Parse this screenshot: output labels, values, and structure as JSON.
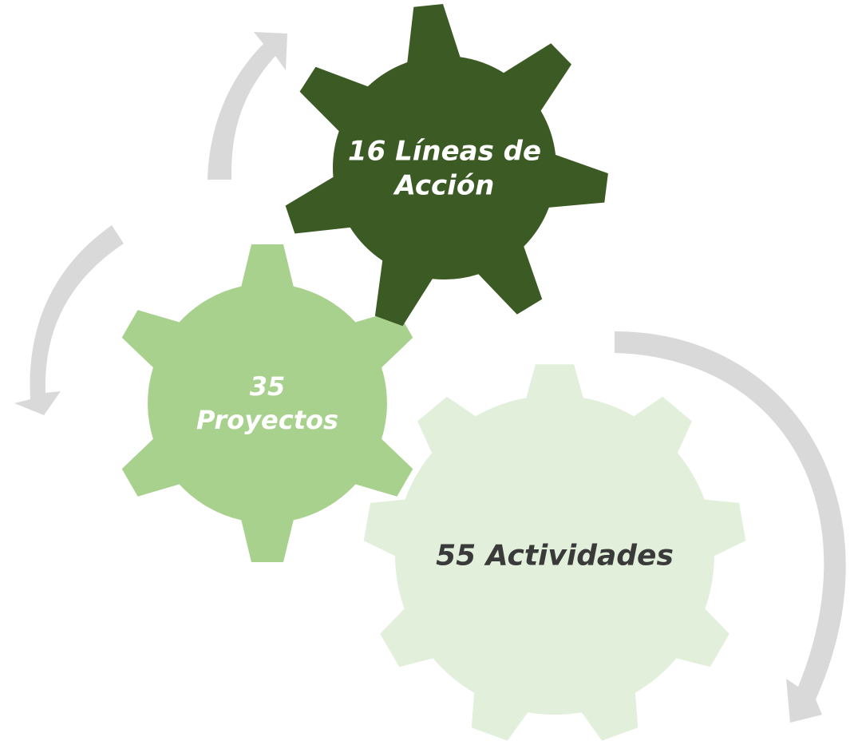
{
  "diagram": {
    "gears": [
      {
        "id": "lineas",
        "name": "gear-lineas-de-accion",
        "lines": [
          "16 Líneas de",
          "Acción"
        ],
        "fill": "#3C5A24",
        "text_color": "#FFFFFF"
      },
      {
        "id": "proyectos",
        "name": "gear-proyectos",
        "lines": [
          "35",
          "Proyectos"
        ],
        "fill": "#A9D18E",
        "text_color": "#FFFFFF"
      },
      {
        "id": "actividades",
        "name": "gear-actividades",
        "lines": [
          "55 Actividades"
        ],
        "fill": "#E2EFDA",
        "text_color": "#3A3A3A"
      }
    ],
    "arrow_color": "#D9D9D9",
    "background": "#FFFFFF"
  }
}
